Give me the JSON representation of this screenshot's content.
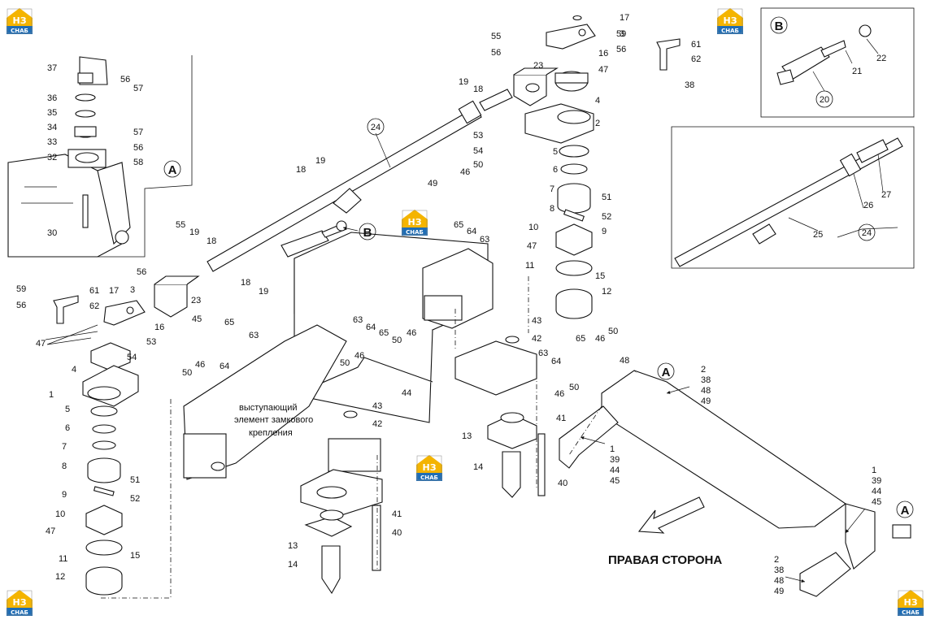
{
  "diagram": {
    "right_side_label": "ПРАВАЯ СТОРОНА",
    "note_lines": [
      "выступающий",
      "элемент замкового",
      "крепления"
    ],
    "view_refs": {
      "a": "A",
      "b": "B"
    },
    "callout_group_a": [
      "2",
      "38",
      "48",
      "49"
    ],
    "callout_group_b": [
      "1",
      "39",
      "44",
      "45"
    ],
    "assembly_ref": "24",
    "logo": {
      "line1": "НЗ",
      "line2": "СНАБ"
    },
    "part_labels": {
      "p1": "1",
      "p2": "2",
      "p3": "3",
      "p4": "4",
      "p5": "5",
      "p6": "6",
      "p7": "7",
      "p8": "8",
      "p9": "9",
      "p10": "10",
      "p11": "11",
      "p12": "12",
      "p13": "13",
      "p14": "14",
      "p15": "15",
      "p16": "16",
      "p17": "17",
      "p18": "18",
      "p19": "19",
      "p20": "20",
      "p21": "21",
      "p22": "22",
      "p23": "23",
      "p25": "25",
      "p26": "26",
      "p27": "27",
      "p30": "30",
      "p32": "32",
      "p33": "33",
      "p34": "34",
      "p35": "35",
      "p36": "36",
      "p37": "37",
      "p38": "38",
      "p40": "40",
      "p41": "41",
      "p42": "42",
      "p43": "43",
      "p44": "44",
      "p45": "45",
      "p46": "46",
      "p47": "47",
      "p48": "48",
      "p49": "49",
      "p50": "50",
      "p51": "51",
      "p52": "52",
      "p53": "53",
      "p54": "54",
      "p55": "55",
      "p56": "56",
      "p57": "57",
      "p58": "58",
      "p59": "59",
      "p61": "61",
      "p62": "62",
      "p63": "63",
      "p64": "64",
      "p65": "65"
    },
    "colors": {
      "logo_top": "#f4b400",
      "logo_bottom": "#1f6db5",
      "ink": "#111111"
    }
  }
}
